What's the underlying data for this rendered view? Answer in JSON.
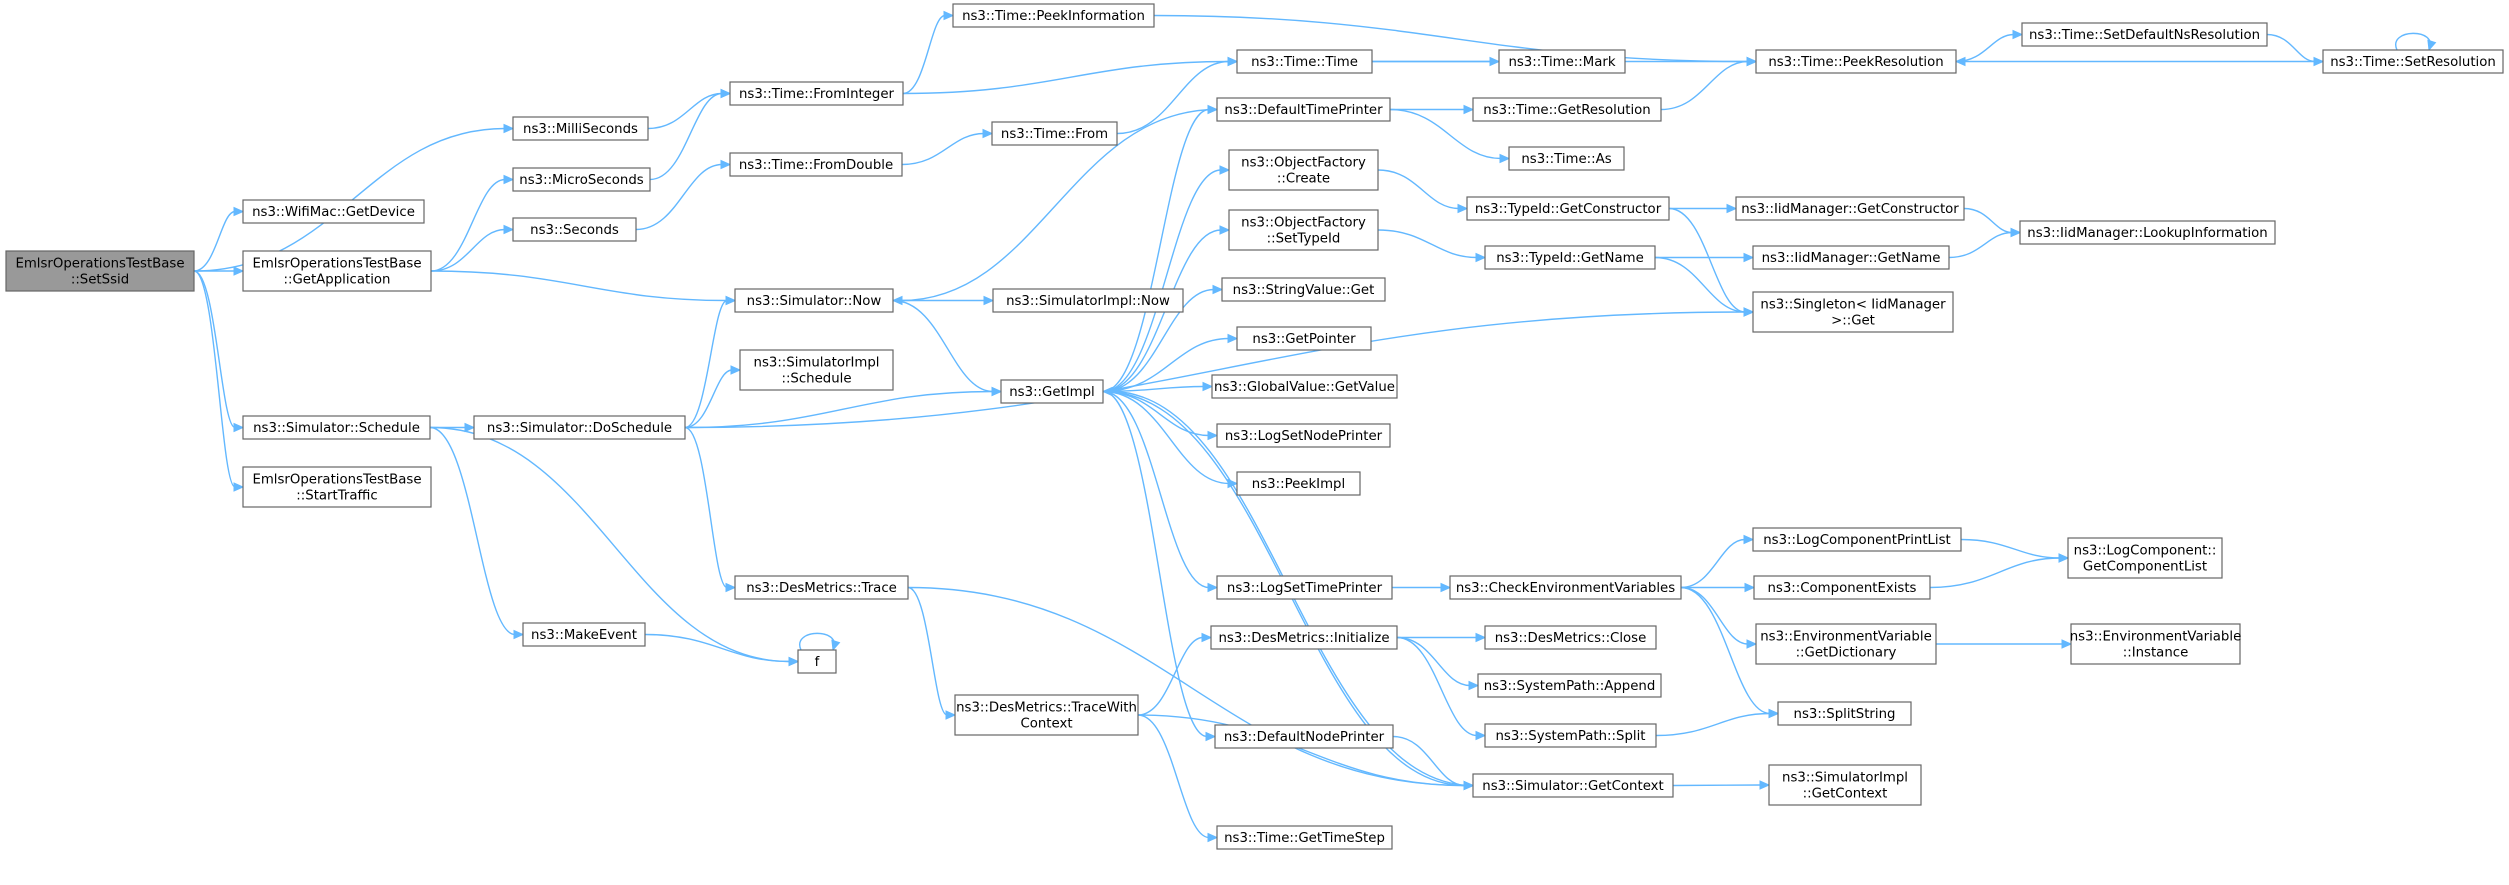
{
  "graph": {
    "root": "root",
    "edge_color": "#63b8ff",
    "root_fill": "#999999",
    "nodes": [
      {
        "id": "root",
        "lines": [
          "EmlsrOperationsTestBase",
          "::SetSsid"
        ],
        "root": true
      },
      {
        "id": "millis",
        "lines": [
          "ns3::MilliSeconds"
        ]
      },
      {
        "id": "getdevice",
        "lines": [
          "ns3::WifiMac::GetDevice"
        ]
      },
      {
        "id": "getapp",
        "lines": [
          "EmlsrOperationsTestBase",
          "::GetApplication"
        ]
      },
      {
        "id": "micros",
        "lines": [
          "ns3::MicroSeconds"
        ]
      },
      {
        "id": "seconds",
        "lines": [
          "ns3::Seconds"
        ]
      },
      {
        "id": "schedule",
        "lines": [
          "ns3::Simulator::Schedule"
        ]
      },
      {
        "id": "starttraffic",
        "lines": [
          "EmlsrOperationsTestBase",
          "::StartTraffic"
        ]
      },
      {
        "id": "fromint",
        "lines": [
          "ns3::Time::FromInteger"
        ]
      },
      {
        "id": "fromdouble",
        "lines": [
          "ns3::Time::FromDouble"
        ]
      },
      {
        "id": "peekinfo",
        "lines": [
          "ns3::Time::PeekInformation"
        ]
      },
      {
        "id": "simnow",
        "lines": [
          "ns3::Simulator::Now"
        ]
      },
      {
        "id": "doschedule",
        "lines": [
          "ns3::Simulator::DoSchedule"
        ]
      },
      {
        "id": "makeevent",
        "lines": [
          "ns3::MakeEvent"
        ]
      },
      {
        "id": "f",
        "lines": [
          "f"
        ]
      },
      {
        "id": "destrace",
        "lines": [
          "ns3::DesMetrics::Trace"
        ]
      },
      {
        "id": "timefrom",
        "lines": [
          "ns3::Time::From"
        ]
      },
      {
        "id": "simimplnow",
        "lines": [
          "ns3::SimulatorImpl::Now"
        ]
      },
      {
        "id": "simimplsched",
        "lines": [
          "ns3::SimulatorImpl",
          "::Schedule"
        ]
      },
      {
        "id": "getimpl",
        "lines": [
          "ns3::GetImpl"
        ]
      },
      {
        "id": "tracewithctx",
        "lines": [
          "ns3::DesMetrics::TraceWith",
          "Context"
        ]
      },
      {
        "id": "timetime",
        "lines": [
          "ns3::Time::Time"
        ]
      },
      {
        "id": "deftimeprinter",
        "lines": [
          "ns3::DefaultTimePrinter"
        ]
      },
      {
        "id": "ofcreate",
        "lines": [
          "ns3::ObjectFactory",
          "::Create"
        ]
      },
      {
        "id": "ofsettypeid",
        "lines": [
          "ns3::ObjectFactory",
          "::SetTypeId"
        ]
      },
      {
        "id": "strvalueget",
        "lines": [
          "ns3::StringValue::Get"
        ]
      },
      {
        "id": "getpointer",
        "lines": [
          "ns3::GetPointer"
        ]
      },
      {
        "id": "globalvalueget",
        "lines": [
          "ns3::GlobalValue::GetValue"
        ]
      },
      {
        "id": "logsetnodeprinter",
        "lines": [
          "ns3::LogSetNodePrinter"
        ]
      },
      {
        "id": "peekimpl",
        "lines": [
          "ns3::PeekImpl"
        ]
      },
      {
        "id": "logsettimeprinter",
        "lines": [
          "ns3::LogSetTimePrinter"
        ]
      },
      {
        "id": "desinit",
        "lines": [
          "ns3::DesMetrics::Initialize"
        ]
      },
      {
        "id": "defnodeprinter",
        "lines": [
          "ns3::DefaultNodePrinter"
        ]
      },
      {
        "id": "gettimestep",
        "lines": [
          "ns3::Time::GetTimeStep"
        ]
      },
      {
        "id": "timemark",
        "lines": [
          "ns3::Time::Mark"
        ]
      },
      {
        "id": "getresolution",
        "lines": [
          "ns3::Time::GetResolution"
        ]
      },
      {
        "id": "timeas",
        "lines": [
          "ns3::Time::As"
        ]
      },
      {
        "id": "typeidgetctor",
        "lines": [
          "ns3::TypeId::GetConstructor"
        ]
      },
      {
        "id": "typeidgetname",
        "lines": [
          "ns3::TypeId::GetName"
        ]
      },
      {
        "id": "checkenv",
        "lines": [
          "ns3::CheckEnvironmentVariables"
        ]
      },
      {
        "id": "desclose",
        "lines": [
          "ns3::DesMetrics::Close"
        ]
      },
      {
        "id": "sysappend",
        "lines": [
          "ns3::SystemPath::Append"
        ]
      },
      {
        "id": "syssplit",
        "lines": [
          "ns3::SystemPath::Split"
        ]
      },
      {
        "id": "simgetctx",
        "lines": [
          "ns3::Simulator::GetContext"
        ]
      },
      {
        "id": "peekresolution",
        "lines": [
          "ns3::Time::PeekResolution"
        ]
      },
      {
        "id": "iidgetctor",
        "lines": [
          "ns3::IidManager::GetConstructor"
        ]
      },
      {
        "id": "iidgetname",
        "lines": [
          "ns3::IidManager::GetName"
        ]
      },
      {
        "id": "singletonget",
        "lines": [
          "ns3::Singleton< IidManager",
          ">::Get"
        ]
      },
      {
        "id": "logcompprintlist",
        "lines": [
          "ns3::LogComponentPrintList"
        ]
      },
      {
        "id": "compexists",
        "lines": [
          "ns3::ComponentExists"
        ]
      },
      {
        "id": "envgetdict",
        "lines": [
          "ns3::EnvironmentVariable",
          "::GetDictionary"
        ]
      },
      {
        "id": "splitstring",
        "lines": [
          "ns3::SplitString"
        ]
      },
      {
        "id": "simimplgetctx",
        "lines": [
          "ns3::SimulatorImpl",
          "::GetContext"
        ]
      },
      {
        "id": "setdefaultnsres",
        "lines": [
          "ns3::Time::SetDefaultNsResolution"
        ]
      },
      {
        "id": "setresolution",
        "lines": [
          "ns3::Time::SetResolution"
        ]
      },
      {
        "id": "iidlookupinfo",
        "lines": [
          "ns3::IidManager::LookupInformation"
        ]
      },
      {
        "id": "logcompgetlist",
        "lines": [
          "ns3::LogComponent::",
          "GetComponentList"
        ]
      },
      {
        "id": "envinstance",
        "lines": [
          "ns3::EnvironmentVariable",
          "::Instance"
        ]
      }
    ],
    "edges": [
      [
        "root",
        "millis"
      ],
      [
        "root",
        "getdevice"
      ],
      [
        "root",
        "getapp"
      ],
      [
        "root",
        "schedule"
      ],
      [
        "root",
        "starttraffic"
      ],
      [
        "millis",
        "fromint"
      ],
      [
        "getapp",
        "micros"
      ],
      [
        "getapp",
        "seconds"
      ],
      [
        "getapp",
        "simnow"
      ],
      [
        "micros",
        "fromint"
      ],
      [
        "seconds",
        "fromdouble"
      ],
      [
        "schedule",
        "doschedule"
      ],
      [
        "schedule",
        "makeevent"
      ],
      [
        "schedule",
        "f"
      ],
      [
        "fromint",
        "peekinfo"
      ],
      [
        "fromint",
        "timetime"
      ],
      [
        "fromdouble",
        "timefrom"
      ],
      [
        "peekinfo",
        "peekresolution"
      ],
      [
        "timefrom",
        "timetime"
      ],
      [
        "simnow",
        "simimplnow"
      ],
      [
        "simnow",
        "getimpl"
      ],
      [
        "doschedule",
        "simnow"
      ],
      [
        "doschedule",
        "simimplsched"
      ],
      [
        "doschedule",
        "getimpl"
      ],
      [
        "doschedule",
        "destrace"
      ],
      [
        "doschedule",
        "singletonget"
      ],
      [
        "makeevent",
        "f"
      ],
      [
        "f",
        "f"
      ],
      [
        "destrace",
        "tracewithctx"
      ],
      [
        "destrace",
        "simgetctx"
      ],
      [
        "tracewithctx",
        "desinit"
      ],
      [
        "tracewithctx",
        "simgetctx"
      ],
      [
        "tracewithctx",
        "gettimestep"
      ],
      [
        "getimpl",
        "deftimeprinter"
      ],
      [
        "getimpl",
        "ofcreate"
      ],
      [
        "getimpl",
        "ofsettypeid"
      ],
      [
        "getimpl",
        "strvalueget"
      ],
      [
        "getimpl",
        "getpointer"
      ],
      [
        "getimpl",
        "globalvalueget"
      ],
      [
        "getimpl",
        "logsetnodeprinter"
      ],
      [
        "getimpl",
        "peekimpl"
      ],
      [
        "getimpl",
        "logsettimeprinter"
      ],
      [
        "getimpl",
        "defnodeprinter"
      ],
      [
        "getimpl",
        "simgetctx"
      ],
      [
        "deftimeprinter",
        "simnow"
      ],
      [
        "deftimeprinter",
        "getresolution"
      ],
      [
        "deftimeprinter",
        "timeas"
      ],
      [
        "timetime",
        "timemark"
      ],
      [
        "timetime",
        "peekresolution"
      ],
      [
        "getresolution",
        "peekresolution"
      ],
      [
        "ofcreate",
        "typeidgetctor"
      ],
      [
        "ofsettypeid",
        "typeidgetname"
      ],
      [
        "typeidgetctor",
        "iidgetctor"
      ],
      [
        "typeidgetctor",
        "singletonget"
      ],
      [
        "typeidgetname",
        "iidgetname"
      ],
      [
        "typeidgetname",
        "singletonget"
      ],
      [
        "iidgetctor",
        "iidlookupinfo"
      ],
      [
        "iidgetname",
        "iidlookupinfo"
      ],
      [
        "logsettimeprinter",
        "checkenv"
      ],
      [
        "checkenv",
        "logcompprintlist"
      ],
      [
        "checkenv",
        "compexists"
      ],
      [
        "checkenv",
        "envgetdict"
      ],
      [
        "checkenv",
        "splitstring"
      ],
      [
        "logcompprintlist",
        "logcompgetlist"
      ],
      [
        "compexists",
        "logcompgetlist"
      ],
      [
        "envgetdict",
        "envinstance"
      ],
      [
        "desinit",
        "desclose"
      ],
      [
        "desinit",
        "sysappend"
      ],
      [
        "desinit",
        "syssplit"
      ],
      [
        "syssplit",
        "splitstring"
      ],
      [
        "defnodeprinter",
        "simgetctx"
      ],
      [
        "simgetctx",
        "getimpl"
      ],
      [
        "simgetctx",
        "simimplgetctx"
      ],
      [
        "peekresolution",
        "setdefaultnsres"
      ],
      [
        "setdefaultnsres",
        "setresolution"
      ],
      [
        "setresolution",
        "peekresolution"
      ],
      [
        "setresolution",
        "setresolution"
      ]
    ]
  }
}
